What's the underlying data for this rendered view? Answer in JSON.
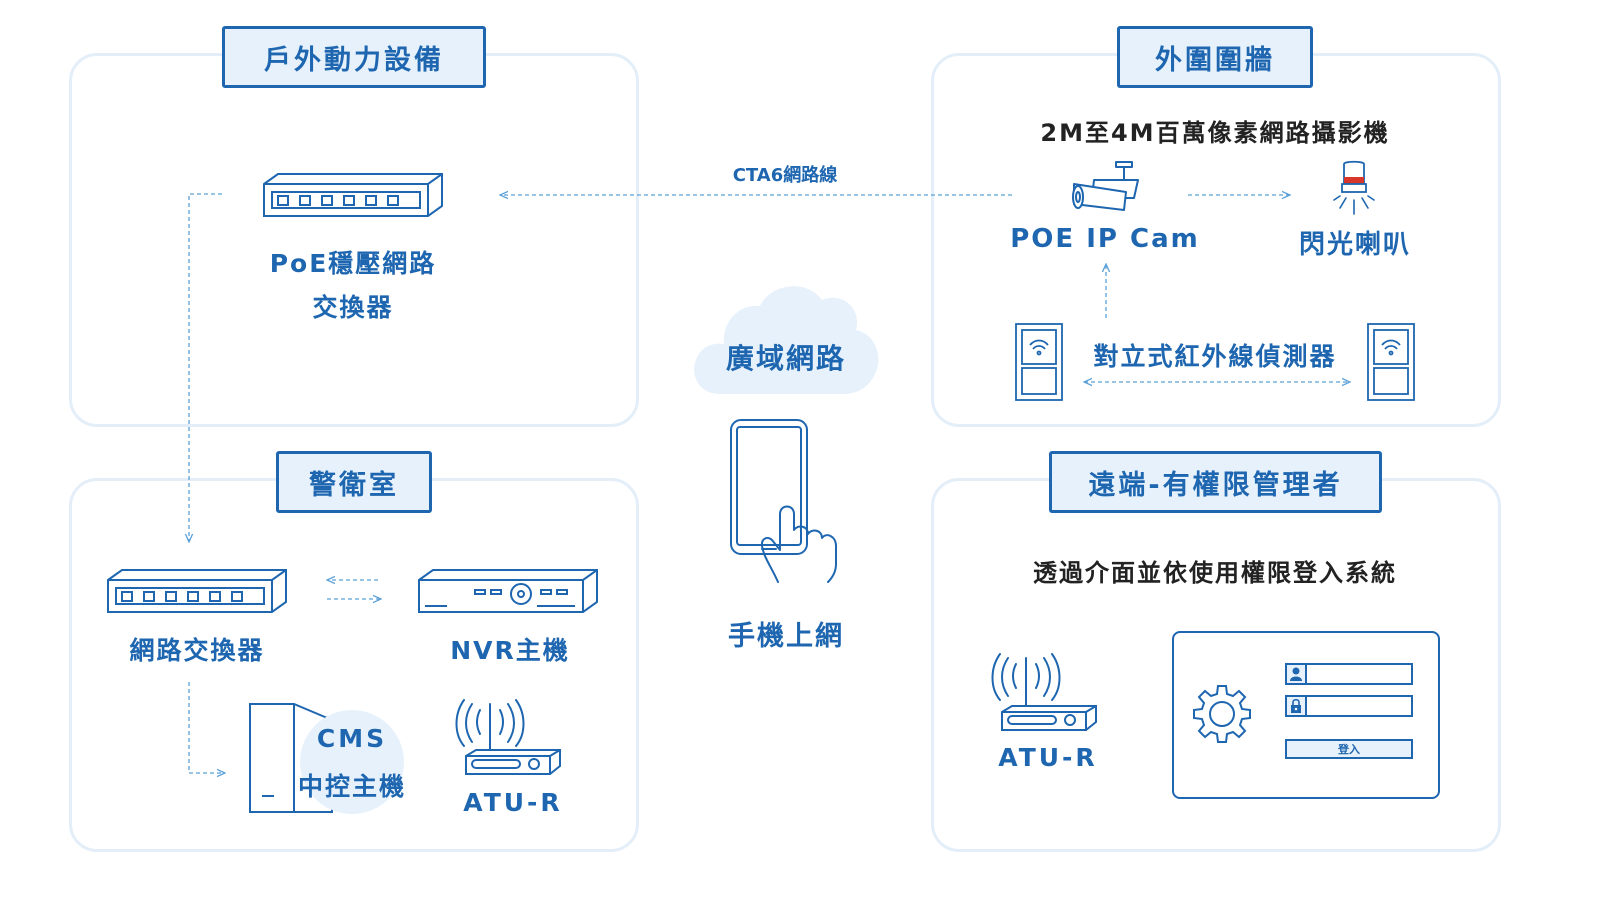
{
  "panels": {
    "outdoor": {
      "title": "戶外動力設備",
      "switch_label_1": "PoE穩壓網路",
      "switch_label_2": "交換器"
    },
    "fence": {
      "title": "外圍圍牆",
      "subtitle": "2M至4M百萬像素網路攝影機",
      "camera_label": "POE IP Cam",
      "siren_label": "閃光喇叭",
      "sensor_label": "對立式紅外線偵測器"
    },
    "guard": {
      "title": "警衛室",
      "switch_label": "網路交換器",
      "nvr_label": "NVR主機",
      "cms_label_1": "CMS",
      "cms_label_2": "中控主機",
      "atu_label": "ATU-R"
    },
    "remote": {
      "title": "遠端-有權限管理者",
      "subtitle": "透過介面並依使用權限登入系統",
      "atu_label": "ATU-R",
      "login_button": "登入"
    }
  },
  "center": {
    "cable_label": "CTA6網路線",
    "cloud_label": "廣域網路",
    "phone_label": "手機上網"
  },
  "colors": {
    "accent": "#1e66b0",
    "panel_border": "#e3eef8",
    "cloud": "#e6f1fb",
    "siren": "#d9362b"
  },
  "icons": [
    "switch-icon",
    "camera-icon",
    "siren-icon",
    "ir-sensor-icon",
    "nvr-icon",
    "server-icon",
    "router-icon",
    "cloud-icon",
    "phone-icon",
    "gear-icon",
    "user-icon",
    "lock-icon"
  ]
}
